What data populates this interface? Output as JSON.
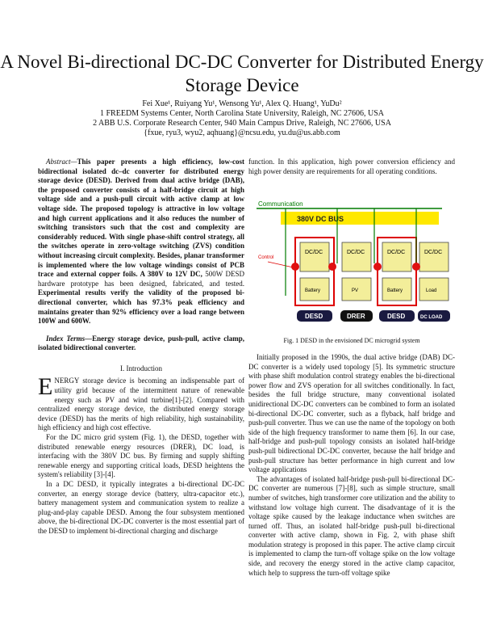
{
  "title": "A Novel Bi-directional DC-DC Converter for Distributed Energy Storage Device",
  "authors": "Fei Xue¹, Ruiyang Yu¹, Wensong Yu¹, Alex Q. Huang¹, YuDu²",
  "affil1": "1 FREEDM Systems Center, North Carolina State University, Raleigh, NC 27606, USA",
  "affil2": "2 ABB U.S. Corporate Research Center, 940 Main Campus Drive, Raleigh, NC 27606, USA",
  "emails": "{fxue, ryu3, wyu2, aqhuang}@ncsu.edu, yu.du@us.abb.com",
  "abstract_label": "Abstract—",
  "abstract_bold": "This paper presents a high efficiency, low-cost bidirectional isolated dc–dc converter for distributed energy storage device (DESD). Derived from dual active bridge (DAB), the proposed converter consists of a half-bridge circuit at high voltage side and a push-pull circuit with active clamp at low voltage side. The proposed topology is attractive in low voltage and high current applications and it also reduces the number of switching transistors such that the cost and complexity are considerably reduced. With single phase-shift control strategy, all the switches operate in zero-voltage switching (ZVS) condition without increasing circuit complexity. Besides, planar transformer is implemented where the low voltage windings consist of PCB trace and external copper foils. A 380V to 12V DC,",
  "abstract_plain": " 500W DESD hardware prototype has been designed, fabricated, and tested.",
  "abstract_bold2": " Experimental results verify the validity of the proposed bi-directional converter, which has 97.3% peak efficiency and maintains greater than 92% efficiency over a load range between 100W and 600W.",
  "index_label": "Index Terms",
  "index_text": "—Energy storage device, push-pull, active clamp, isolated bidirectional converter.",
  "section1": "I.   Introduction",
  "intro_p1_cap": "E",
  "intro_p1": "NERGY storage device is becoming an indispensable part of utility grid because of the intermittent nature of renewable energy such as PV and wind turbine[1]-[2]. Compared with centralized energy storage device, the distributed energy storage device (DESD) has the merits of high reliability, high sustainability, high efficiency and high cost effective.",
  "intro_p2": "For the DC micro grid system (Fig. 1), the DESD, together with distributed renewable energy resources (DRER), DC load, is interfacing with the 380V DC bus. By firming and supply shifting renewable energy and supporting critical loads, DESD heightens the system's reliability [3]-[4].",
  "intro_p3": "In a DC DESD, it typically integrates a bi-directional DC-DC converter, an energy storage device (battery, ultra-capacitor etc.), battery management system and communication system to realize a plug-and-play capable DESD. Among the four subsystem mentioned above, the bi-directional DC-DC converter is the most essential part of the DESD to implement bi-directional charging and discharge",
  "right_p0": "function. In this application, high power conversion efficiency and high power density are requirements for all operating conditions.",
  "fig": {
    "communication": "Communication",
    "bus": "380V DC BUS",
    "control": "Control",
    "dcdc": "DC/DC",
    "battery": "Battery",
    "pv": "PV",
    "load_box": "Load",
    "label_desd": "DESD",
    "label_drer": "DRER",
    "label_dcload": "DC LOAD"
  },
  "fig_caption": "Fig. 1 DESD in the envisioned DC microgrid system",
  "right_p1": "Initially proposed in the 1990s, the dual active bridge (DAB) DC-DC converter is a widely used topology [5]. Its symmetric structure with phase shift modulation control strategy enables the bi-directional power flow and ZVS operation for all switches conditionally. In fact, besides the full bridge structure, many conventional isolated unidirectional DC-DC converters can be combined to form an isolated bi-directional DC-DC converter, such as a flyback, half bridge and push-pull converter. Thus we can use the name of the topology on both side of the high frequency transformer to name them [6]. In our case, half-bridge and push-pull topology consists an isolated half-bridge push-pull bidirectional DC-DC converter, because the half bridge and push-pull structure has better performance in high current and low voltage applications",
  "right_p2": "The advantages of isolated half-bridge push-pull bi-directional DC-DC converter are numerous [7]-[8], such as simple structure, small number of switches, high transformer core utilization and the ability to withstand low voltage high current. The disadvantage of it is the voltage spike caused by the leakage inductance when switches are turned off. Thus, an isolated half-bridge push-pull bi-directional converter with active clamp, shown in Fig. 2, with phase shift modulation strategy is proposed in this paper. The active clamp circuit is implemented to clamp the turn-off voltage spike on the low voltage side, and recovery the energy stored in the active clamp capacitor, which help to suppress the turn-off voltage spike"
}
